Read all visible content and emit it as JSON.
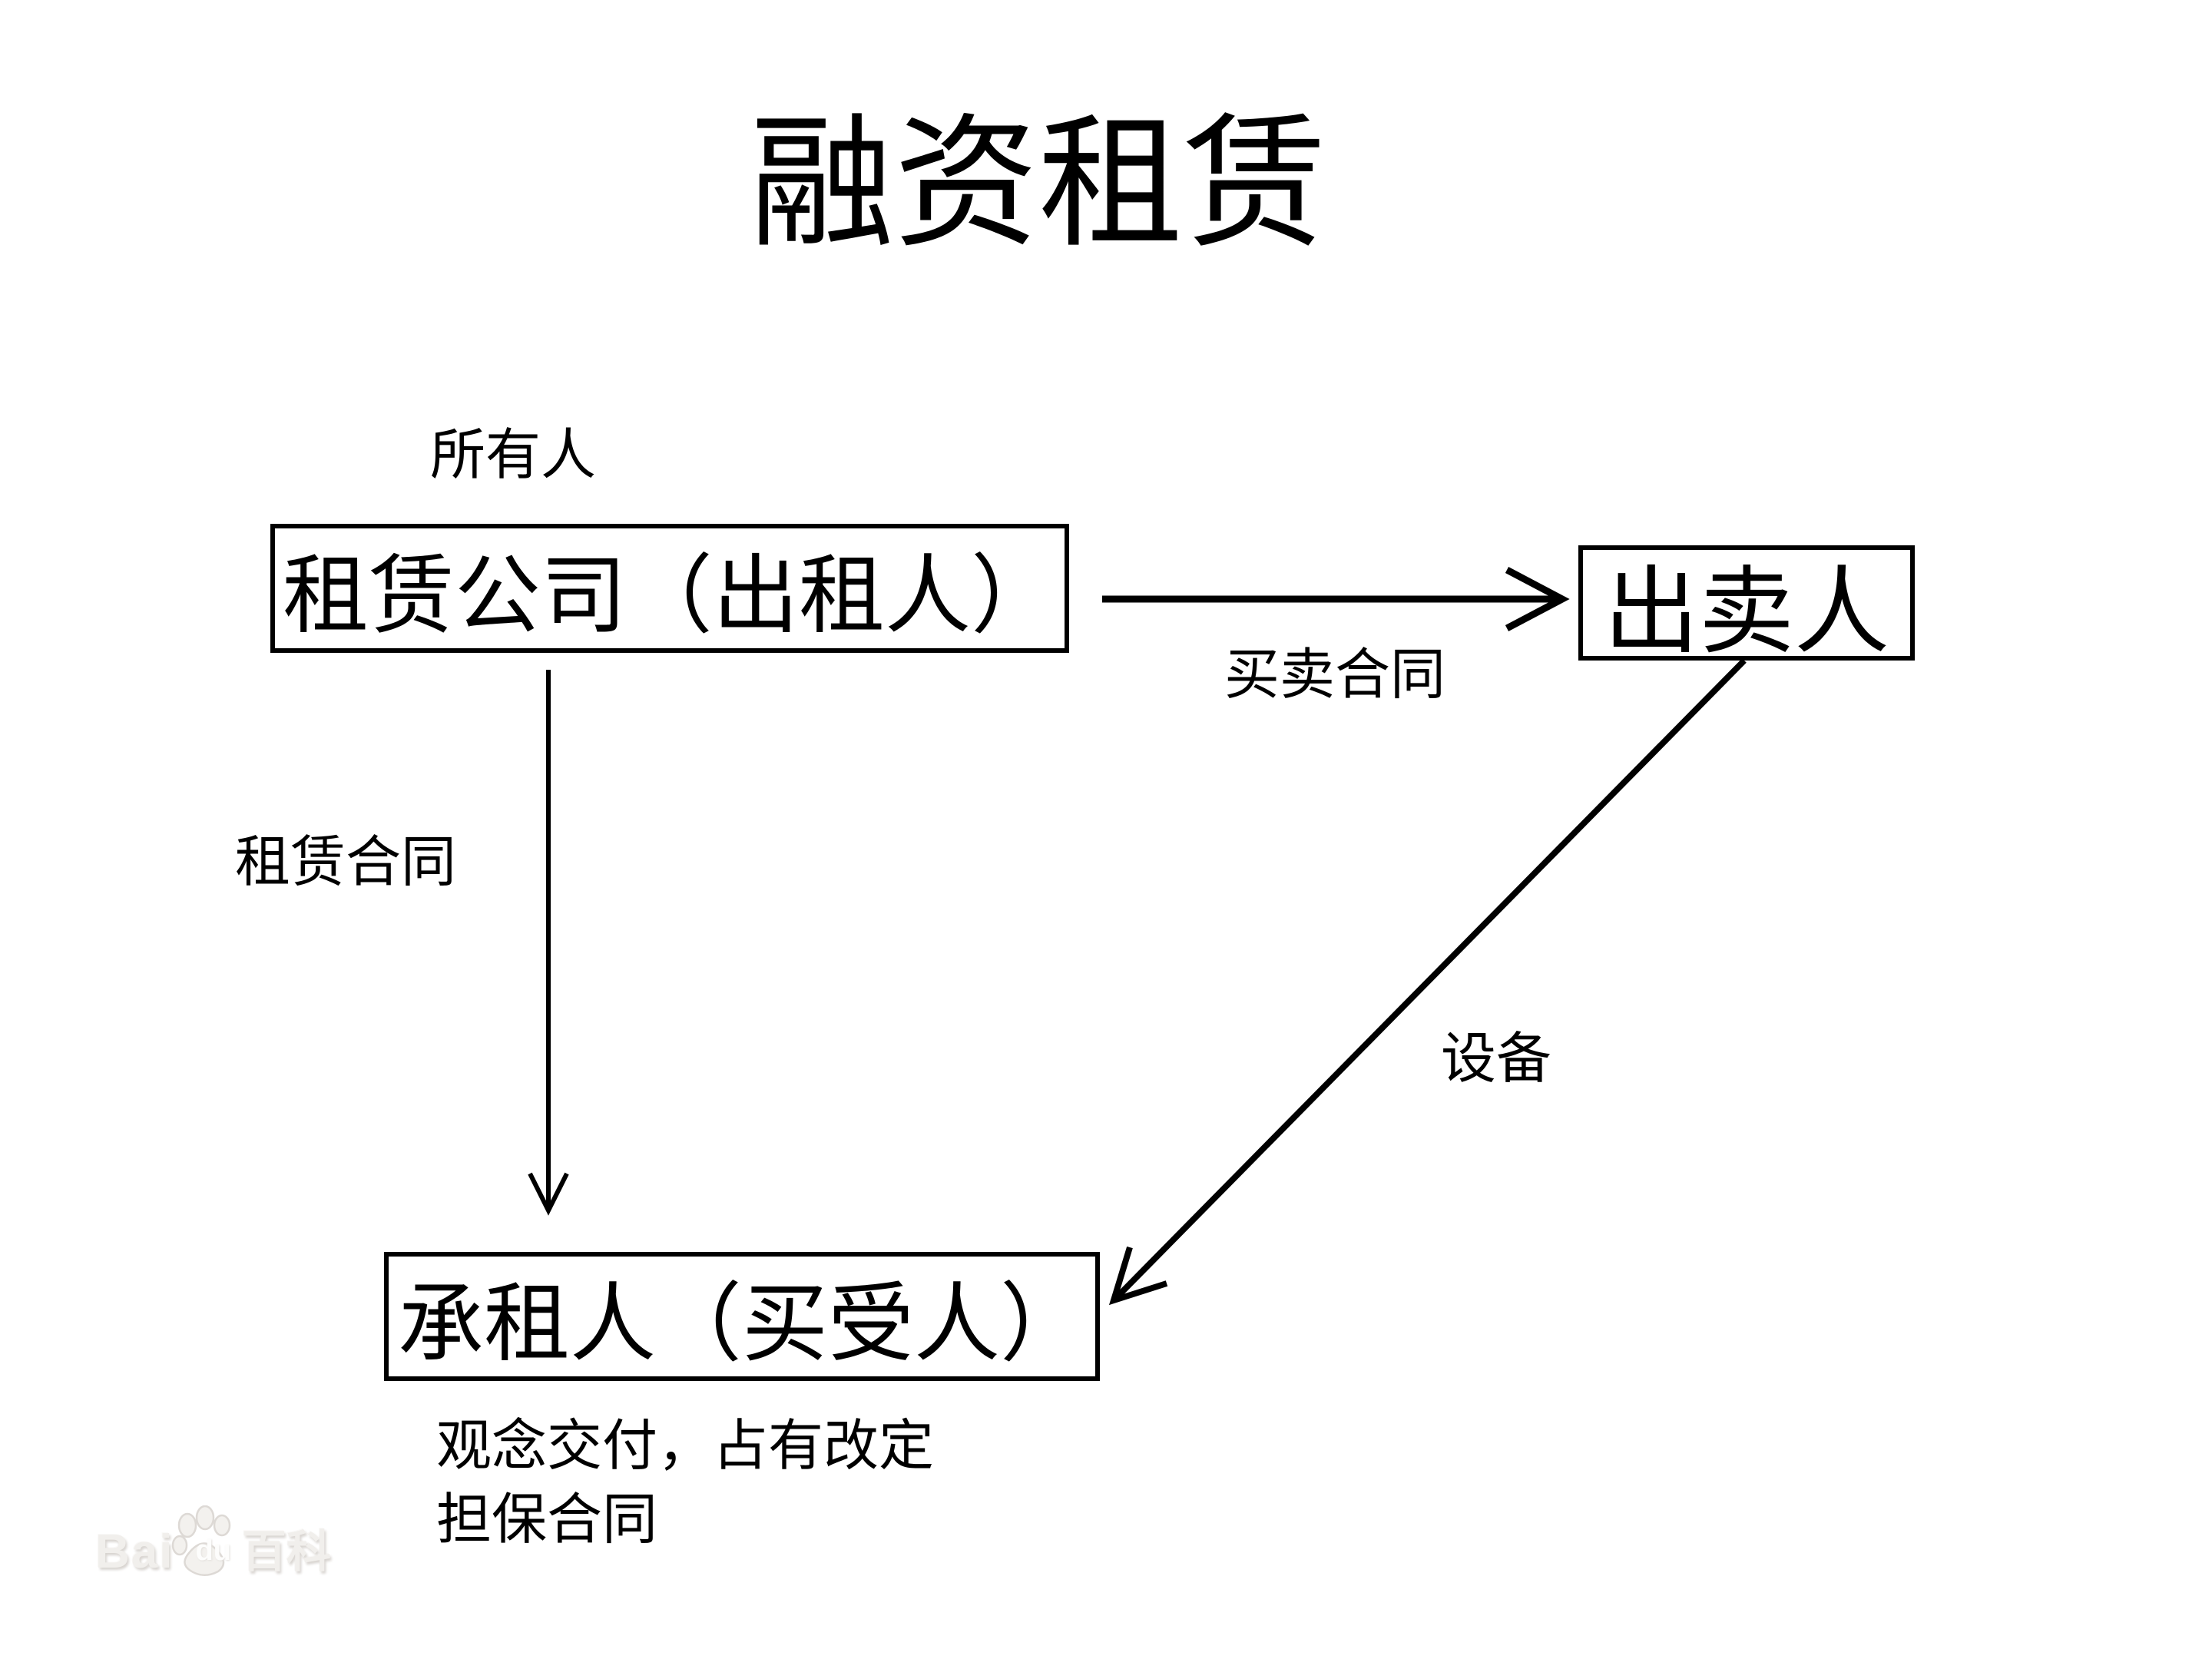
{
  "page": {
    "background": "#ffffff",
    "ink": "#000000",
    "watermark_color": "#f1efec"
  },
  "title": "融资租赁",
  "diagram": {
    "owner_label": "所有人",
    "nodes": [
      {
        "id": "lessor",
        "label": "租赁公司（出租人）"
      },
      {
        "id": "seller",
        "label": "出卖人"
      },
      {
        "id": "lessee",
        "label": "承租人（买受人）"
      }
    ],
    "edges": [
      {
        "id": "sale-contract",
        "from": "lessor",
        "to": "seller",
        "label": "买卖合同",
        "direction": "right"
      },
      {
        "id": "lease-contract",
        "from": "lessor",
        "to": "lessee",
        "label": "租赁合同",
        "direction": "down"
      },
      {
        "id": "equipment",
        "from": "seller",
        "to": "lessee",
        "label": "设备",
        "direction": "down-left"
      }
    ],
    "footnote": {
      "line1": "观念交付，占有改定",
      "line2": "担保合同"
    }
  },
  "watermark": {
    "latin_prefix": "Bai",
    "latin_suffix": "du",
    "cjk": "百科",
    "icon": "baidu-paw-icon"
  }
}
